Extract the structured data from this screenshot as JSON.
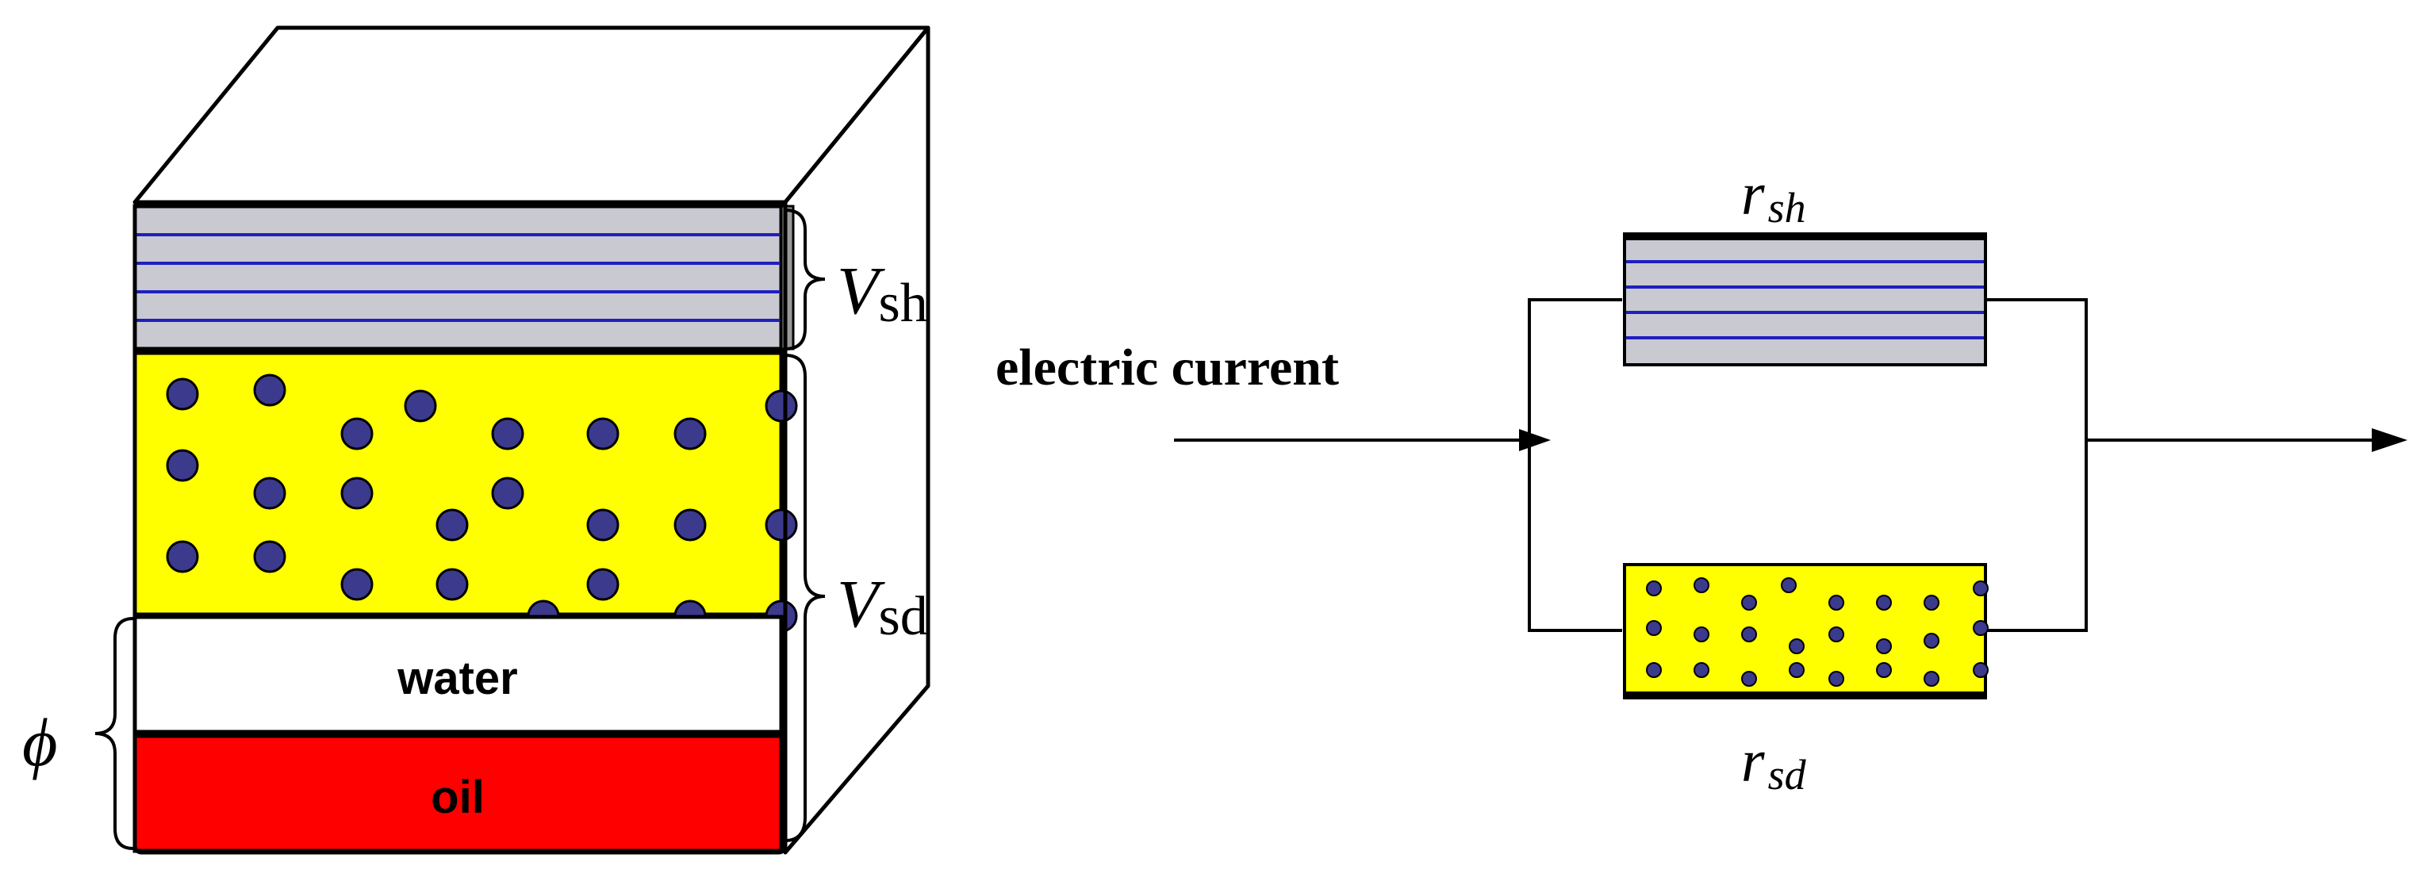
{
  "block": {
    "layer_water": "water",
    "layer_oil": "oil",
    "symbol_v_base": "V",
    "symbol_vsh_sub": "sh",
    "symbol_vsd_sub": "sd",
    "symbol_phi": "ϕ"
  },
  "circuit": {
    "current_label": "electric current",
    "r_base": "r",
    "rsh_sub": "sh",
    "rsd_sub": "sd"
  },
  "colors": {
    "shale_fill": "#c9c9d1",
    "shale_lines": "#1f1fbf",
    "sand_fill": "#ffff00",
    "grain": "#3c3a8c",
    "water_fill": "#ffffff",
    "oil_fill": "#ff0000",
    "stroke": "#000000"
  }
}
